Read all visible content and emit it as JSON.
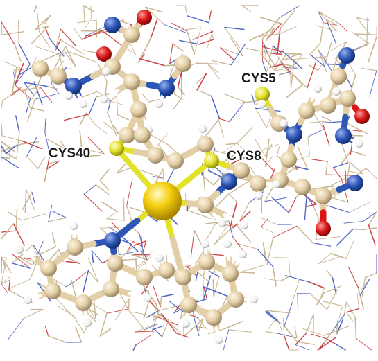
{
  "figure": {
    "labels": {
      "cys5": "CYS5",
      "cys40": "CYS40",
      "cys8": "CYS8"
    },
    "colors": {
      "carbon": "#e3cfa7",
      "nitrogen": "#2e56b6",
      "oxygen": "#d81818",
      "sulfur": "#e4e12a",
      "metal": "#f5d010",
      "hydrogen": "#ffffff",
      "wire_carbon": "#c9b592",
      "wire_nitrogen": "#4f67c4",
      "wire_oxygen": "#cc4444"
    }
  }
}
